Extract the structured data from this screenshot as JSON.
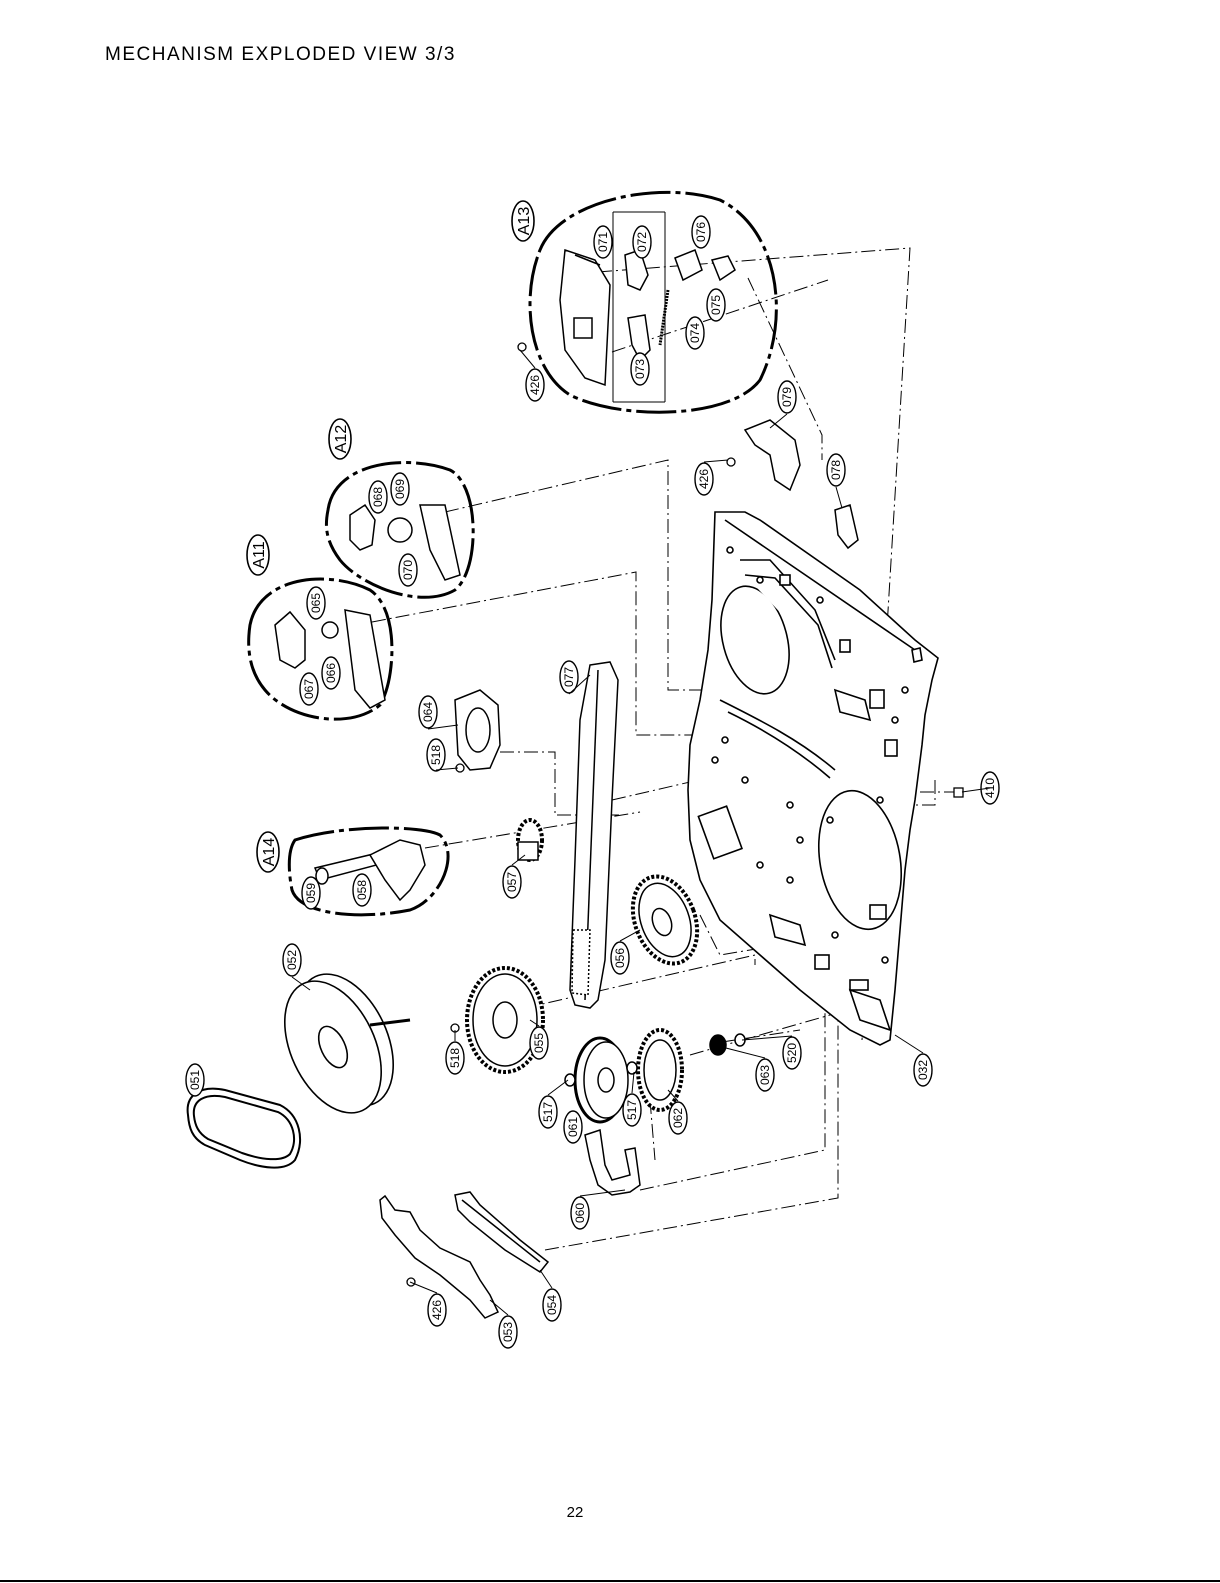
{
  "page": {
    "title": "MECHANISM EXPLODED VIEW 3/3",
    "page_number": "22"
  },
  "assemblies": [
    {
      "label": "A11"
    },
    {
      "label": "A12"
    },
    {
      "label": "A13"
    },
    {
      "label": "A14"
    }
  ],
  "parts": [
    {
      "ref": "032"
    },
    {
      "ref": "051"
    },
    {
      "ref": "052"
    },
    {
      "ref": "053"
    },
    {
      "ref": "054"
    },
    {
      "ref": "055"
    },
    {
      "ref": "056"
    },
    {
      "ref": "057"
    },
    {
      "ref": "058"
    },
    {
      "ref": "059"
    },
    {
      "ref": "060"
    },
    {
      "ref": "061"
    },
    {
      "ref": "062"
    },
    {
      "ref": "063"
    },
    {
      "ref": "064"
    },
    {
      "ref": "065"
    },
    {
      "ref": "066"
    },
    {
      "ref": "067"
    },
    {
      "ref": "068"
    },
    {
      "ref": "069"
    },
    {
      "ref": "070"
    },
    {
      "ref": "071"
    },
    {
      "ref": "072"
    },
    {
      "ref": "073"
    },
    {
      "ref": "074"
    },
    {
      "ref": "075"
    },
    {
      "ref": "076"
    },
    {
      "ref": "077"
    },
    {
      "ref": "078"
    },
    {
      "ref": "079"
    },
    {
      "ref": "410"
    },
    {
      "ref": "426"
    },
    {
      "ref": "426"
    },
    {
      "ref": "426"
    },
    {
      "ref": "517"
    },
    {
      "ref": "517"
    },
    {
      "ref": "518"
    },
    {
      "ref": "518"
    },
    {
      "ref": "520"
    }
  ]
}
